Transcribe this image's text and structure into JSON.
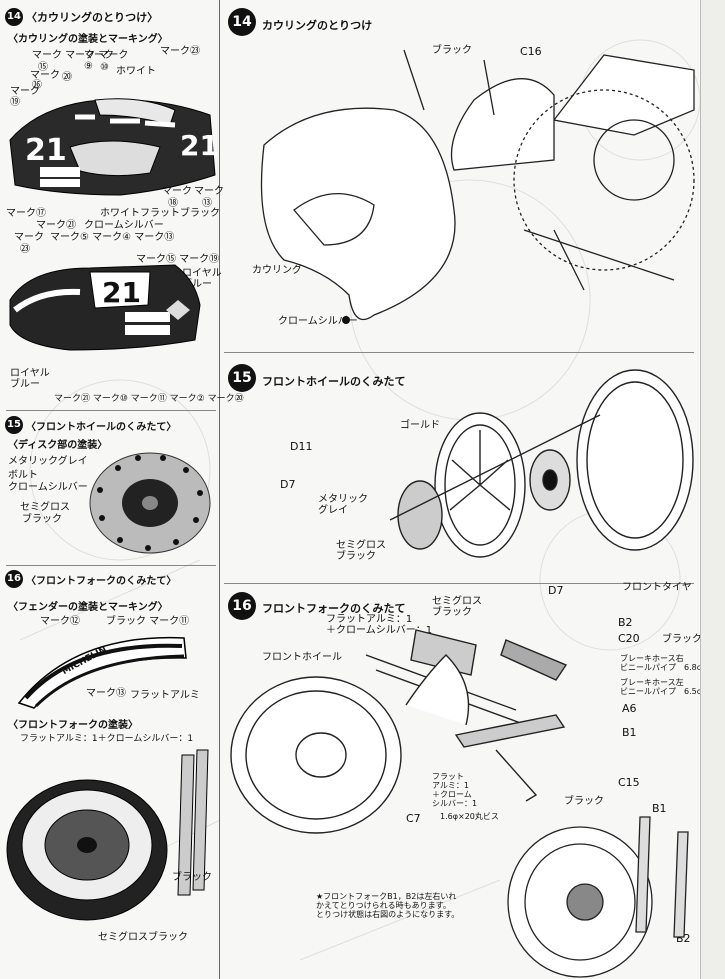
{
  "left": {
    "s14": {
      "number": "14",
      "title": "〈カウリングのとりつけ〉",
      "sub": "〈カウリングの塗装とマーキング〉",
      "labels": {
        "m9": "マーク\n⑨",
        "marks_top": "マーク マーク マーク",
        "m10": "⑩",
        "m15": "⑮",
        "m20": "⑳",
        "m16": "⑯",
        "mark": "マーク",
        "white": "ホワイト",
        "m23": "マーク㉓",
        "m19": "マーク\n⑲",
        "m17": "マーク⑰",
        "m21": "マーク㉑",
        "chrome": "クロームシルバー",
        "white2": "ホワイト",
        "flatblack": "フラットブラック",
        "m18a": "マーク",
        "m18b": "⑱",
        "m13a": "マーク",
        "m13b": "⑬"
      },
      "labels2": {
        "mark": "マーク",
        "m23": "㉓",
        "m5m4m13": "マーク⑤ マーク④ マーク⑬",
        "m15m19": "マーク⑮ マーク⑲",
        "royal1": "ロイヤル\nブルー",
        "royal2": "ロイヤル\nブルー",
        "bottom": "マーク㉑ マーク⑩ マーク⑪ マーク② マーク⑳"
      }
    },
    "s15": {
      "number": "15",
      "title": "〈フロントホイールのくみたて〉",
      "sub": "〈ディスク部の塗装〉",
      "l1": "メタリックグレイ",
      "l2": "ボルト",
      "l3": "クロームシルバー",
      "l4": "セミグロス",
      "l5": "ブラック"
    },
    "s16": {
      "number": "16",
      "title": "〈フロントフォークのくみたて〉",
      "sub": "〈フェンダーの塗装とマーキング〉",
      "m12": "マーク⑫",
      "black_m11": "ブラック マーク⑪",
      "michelin": "MICHELIN",
      "m13": "マーク⑬",
      "flatalu": "フラットアルミ",
      "sub2": "〈フロントフォークの塗装〉",
      "mix": "フラットアルミ：1＋クロームシルバー：1",
      "black": "ブラック",
      "semigloss": "セミグロスブラック"
    }
  },
  "right": {
    "s14": {
      "number": "14",
      "title": "カウリングのとりつけ",
      "black": "ブラック",
      "c16": "C16",
      "cowling": "カウリング",
      "chrome": "クロームシルバー"
    },
    "s15": {
      "number": "15",
      "title": "フロントホイールのくみたて",
      "gold": "ゴールド",
      "d11": "D11",
      "d7a": "D7",
      "metallic": "メタリック\nグレイ",
      "semigloss": "セミグロス\nブラック",
      "d7b": "D7",
      "tire": "フロントタイヤ"
    },
    "s16": {
      "number": "16",
      "title": "フロントフォークのくみたて",
      "semigloss": "セミグロス\nブラック",
      "flatmix": "フラットアルミ：1\n＋クロームシルバー：1",
      "b2": "B2",
      "c20": "C20",
      "black": "ブラック",
      "frontwheel": "フロントホイール",
      "hose_r": "ブレーキホース右\nビニールパイプ　6.8cm",
      "hose_l": "ブレーキホース左\nビニールパイプ　6.5cm",
      "a6": "A6",
      "b1": "B1",
      "flatmix2": "フラット\nアルミ：1\n＋クローム\nシルバー：1",
      "c15": "C15",
      "black2": "ブラック",
      "c7": "C7",
      "screw": "1.6φ×20丸ビス",
      "b1b": "B1",
      "b2b": "B2",
      "note": "★フロントフォークB1，B2は左右いれ\nかえてとりつけられる時もあります。\nとりつけ状態は右図のようになります。"
    }
  }
}
